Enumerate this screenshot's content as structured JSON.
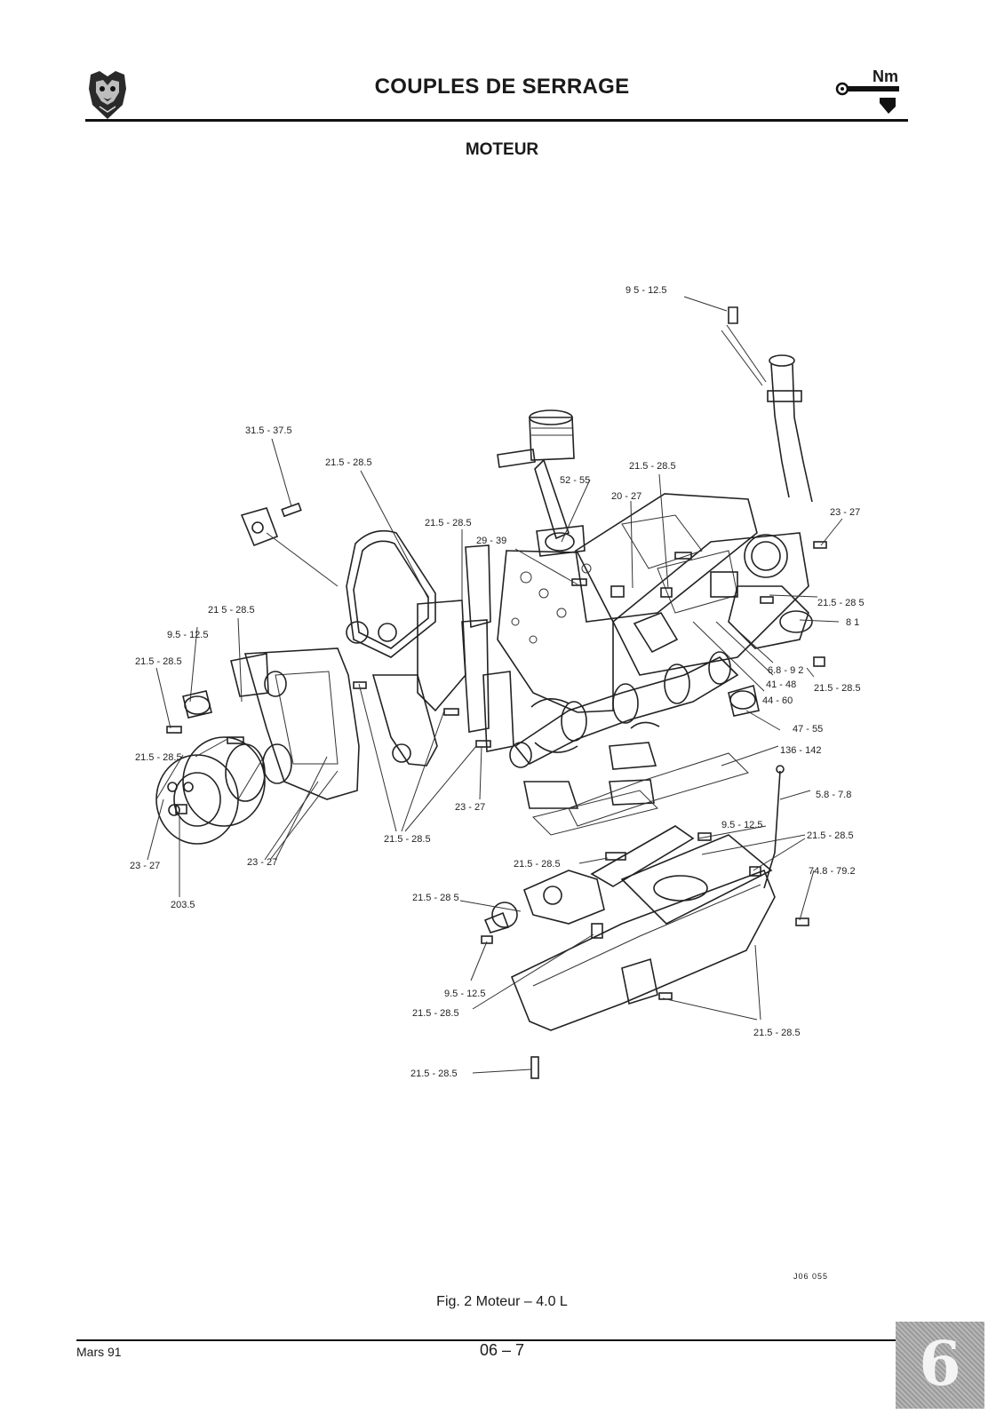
{
  "header": {
    "title": "COUPLES DE SERRAGE",
    "unit_badge": "Nm",
    "subtitle": "MOTEUR"
  },
  "diagram": {
    "callouts": [
      "9 5 - 12.5",
      "31.5 - 37.5",
      "21.5 - 28.5",
      "52 - 55",
      "21.5 - 28.5",
      "20 - 27",
      "21.5 - 28.5",
      "29 - 39",
      "23 - 27",
      "21 5 - 28.5",
      "9.5 - 12.5",
      "21.5 - 28.5",
      "21.5 - 28 5",
      "8 1",
      "6.8 - 9 2",
      "41 - 48",
      "21.5 - 28.5",
      "44 - 60",
      "47 - 55",
      "136 - 142",
      "21.5 - 28.5",
      "5.8 - 7.8",
      "23 - 27",
      "9.5 - 12.5",
      "21.5 - 28.5",
      "23 - 27",
      "23 - 27",
      "21.5 - 28.5",
      "74.8 - 79.2",
      "203.5",
      "21.5 - 28.5",
      "21.5 - 28 5",
      "9.5 - 12.5",
      "21.5 - 28.5",
      "21.5 - 28.5",
      "21.5 - 28.5"
    ]
  },
  "figure_ref": "J06 055",
  "caption": "Fig. 2 Moteur – 4.0 L",
  "footer": {
    "date": "Mars 91",
    "page": "06 – 7",
    "section_tab": "6"
  }
}
